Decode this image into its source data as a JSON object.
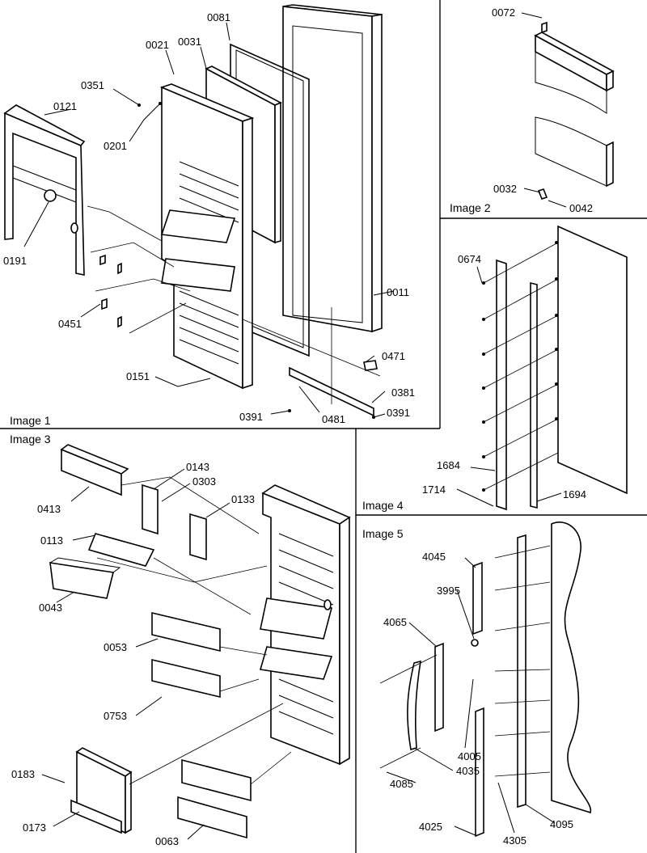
{
  "panels": {
    "image1": {
      "title": "Image 1",
      "labels": [
        "0081",
        "0021",
        "0031",
        "0351",
        "0121",
        "0201",
        "0191",
        "0451",
        "0011",
        "0151",
        "0471",
        "0381",
        "0391",
        "0481",
        "0391"
      ]
    },
    "image2": {
      "title": "Image 2",
      "labels": [
        "0072",
        "0032",
        "0042"
      ]
    },
    "image3": {
      "title": "Image 3",
      "labels": [
        "0143",
        "0303",
        "0133",
        "0413",
        "0113",
        "0043",
        "0053",
        "0753",
        "0183",
        "0173",
        "0063"
      ]
    },
    "image4": {
      "title": "Image 4",
      "labels": [
        "0674",
        "1684",
        "1714",
        "1694"
      ]
    },
    "image5": {
      "title": "Image 5",
      "labels": [
        "4045",
        "3995",
        "4065",
        "4005",
        "4035",
        "4085",
        "4025",
        "4305",
        "4095"
      ]
    }
  }
}
